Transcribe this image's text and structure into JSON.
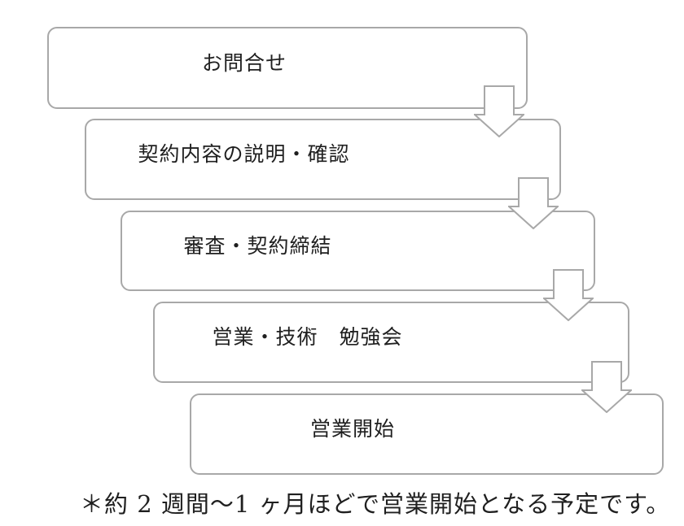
{
  "diagram": {
    "type": "flow",
    "direction": "top-to-bottom-staircase",
    "steps": [
      {
        "label": "お問合せ"
      },
      {
        "label": "契約内容の説明・確認"
      },
      {
        "label": "審査・契約締結"
      },
      {
        "label": "営業・技術　勉強会"
      },
      {
        "label": "営業開始"
      }
    ],
    "connector": "down-block-arrow",
    "note": "＊約 2 週間～1 ヶ月ほどで営業開始となる予定です。",
    "colors": {
      "box_border": "#a8a8a8",
      "box_fill": "#ffffff",
      "arrow_border": "#a8a8a8",
      "arrow_fill": "#ffffff",
      "text": "#1f1f1f",
      "background": "#ffffff"
    }
  }
}
